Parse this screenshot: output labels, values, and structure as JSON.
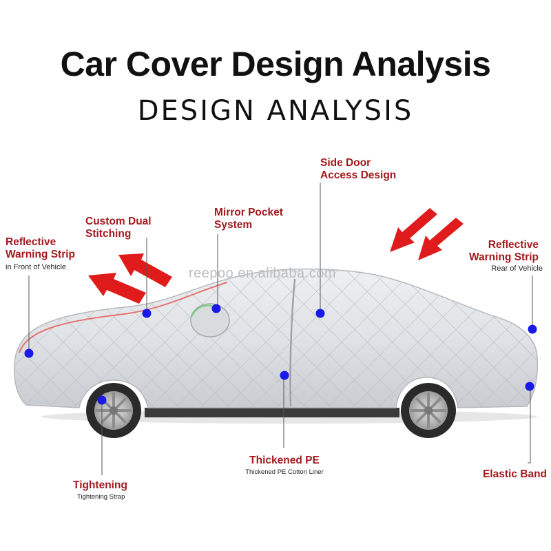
{
  "title": "Car Cover Design Analysis",
  "subtitle": "DESIGN ANALYSIS",
  "watermark": "reepoo.en.alibaba.com",
  "colors": {
    "label": "#a3191d",
    "marker": "#1a1ae6",
    "arrow": "#e01b1b"
  },
  "callouts": {
    "reflective_front": {
      "title_l1": "Reflective",
      "title_l2": "Warning Strip",
      "sub": "in Front of Vehicle"
    },
    "custom_stitch": {
      "title_l1": "Custom Dual",
      "title_l2": "Stitching"
    },
    "mirror_pocket": {
      "title_l1": "Mirror Pocket",
      "title_l2": "System"
    },
    "side_door": {
      "title_l1": "Side Door",
      "title_l2": "Access Design"
    },
    "reflective_rear": {
      "title_l1": "Reflective",
      "title_l2": "Warning Strip",
      "sub": "Rear of Vehicle"
    },
    "thickened_pe": {
      "title": "Thickened PE",
      "sub": "Thickened PE Cotton Liner"
    },
    "tightening": {
      "title": "Tightening",
      "sub": "Tightening Strap"
    },
    "elastic_band": {
      "title": "Elastic Band"
    }
  }
}
